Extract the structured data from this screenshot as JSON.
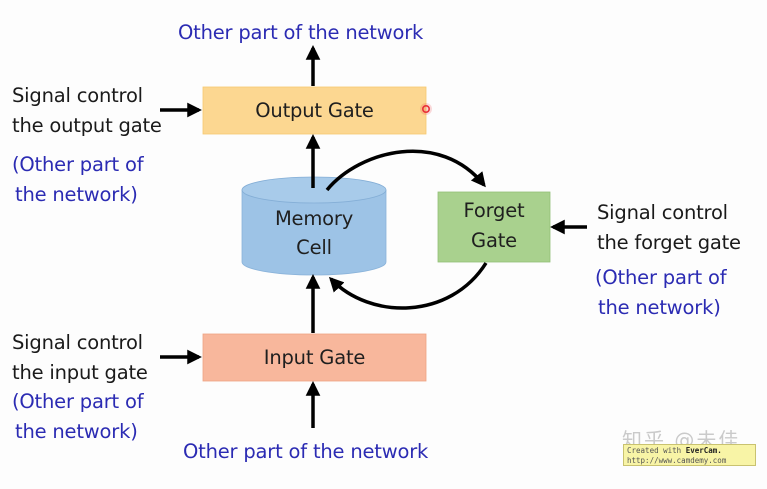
{
  "diagram": {
    "title": "LSTM memory cell structure",
    "top_output_label": "Other part of the network",
    "bottom_input_label": "Other part of the network",
    "output_gate": {
      "label": "Output Gate",
      "fill": "#FCD791",
      "control_signal": [
        "Signal control",
        "the output gate"
      ],
      "control_source": [
        "(Other part of",
        "the network)"
      ]
    },
    "memory_cell": {
      "label": [
        "Memory",
        "Cell"
      ],
      "fill": "#9DC3E6"
    },
    "forget_gate": {
      "label": [
        "Forget",
        "Gate"
      ],
      "fill": "#A9D18E",
      "control_signal": [
        "Signal control",
        "the forget gate"
      ],
      "control_source": [
        "(Other part of",
        "the network)"
      ]
    },
    "input_gate": {
      "label": "Input Gate",
      "fill": "#F8B79C",
      "control_signal": [
        "Signal control",
        "the input gate"
      ],
      "control_source": [
        "(Other part of",
        "the network)"
      ]
    },
    "edges": [
      {
        "from": "output_gate",
        "to": "top_output_label"
      },
      {
        "from": "output_control_signal",
        "to": "output_gate"
      },
      {
        "from": "memory_cell",
        "to": "output_gate"
      },
      {
        "from": "memory_cell",
        "to": "forget_gate"
      },
      {
        "from": "forget_gate",
        "to": "memory_cell"
      },
      {
        "from": "forget_control_signal",
        "to": "forget_gate"
      },
      {
        "from": "input_gate",
        "to": "memory_cell"
      },
      {
        "from": "input_control_signal",
        "to": "input_gate"
      },
      {
        "from": "bottom_input_label",
        "to": "input_gate"
      }
    ],
    "colors": {
      "text": "#1A1A1A",
      "network_text": "#2B2BB3",
      "arrow": "#000000",
      "pointer_dot": "#E8303A"
    }
  },
  "watermark": {
    "zhihu": "知乎 @未佳",
    "line1_prefix": "Created with ",
    "line1_brand": "EverCam.",
    "line2": "http://www.camdemy.com"
  }
}
